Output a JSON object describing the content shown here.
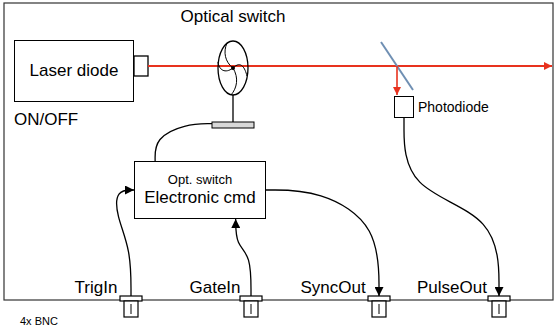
{
  "diagram": {
    "nodes": [
      {
        "text": [
          "Laser diode"
        ]
      },
      {
        "text": [
          "Optical switch"
        ]
      },
      {
        "text": [
          "Photodiode"
        ]
      },
      {
        "text": [
          "Opt. switch",
          "Electronic cmd"
        ]
      },
      {
        "text": [
          "TrigIn"
        ]
      },
      {
        "text": [
          "GateIn"
        ]
      },
      {
        "text": [
          "SyncOut"
        ]
      },
      {
        "text": [
          "PulseOut"
        ]
      }
    ],
    "edges": [
      {
        "from": 3,
        "to": 1,
        "arrow": "none"
      },
      {
        "from": 4,
        "to": 3,
        "arrow": "to"
      },
      {
        "from": 5,
        "to": 3,
        "arrow": "to"
      },
      {
        "from": 3,
        "to": 6,
        "arrow": "to"
      },
      {
        "from": 2,
        "to": 7,
        "arrow": "to"
      }
    ],
    "labels": [
      "ON/OFF",
      "4x BNC"
    ]
  }
}
